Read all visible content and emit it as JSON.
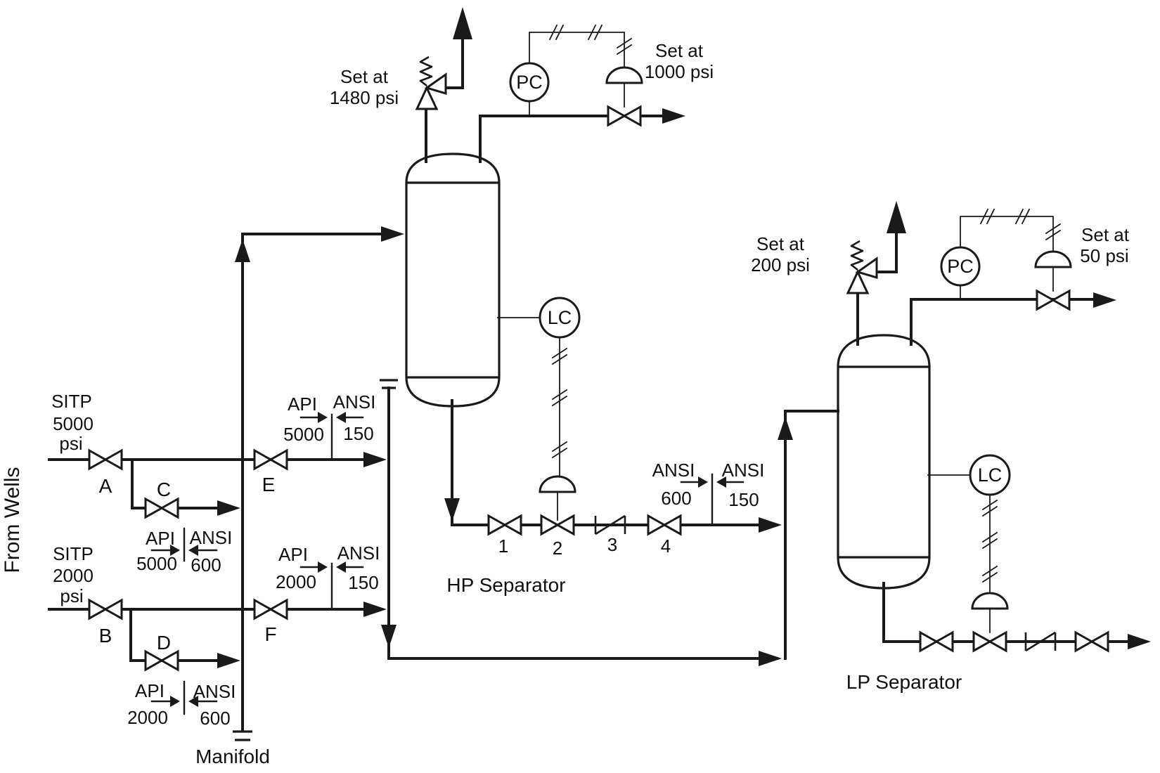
{
  "flow_diagram": {
    "source_label": "From Wells",
    "wells": [
      {
        "sitp_lines": [
          "SITP",
          "5000",
          "psi"
        ],
        "wing_valve": "A",
        "branch": {
          "valve": "C",
          "spec_from_std": "API",
          "spec_from_class": "5000",
          "spec_to_std": "ANSI",
          "spec_to_class": "600"
        }
      },
      {
        "sitp_lines": [
          "SITP",
          "2000",
          "psi"
        ],
        "wing_valve": "B",
        "branch": {
          "valve": "D",
          "spec_from_std": "API",
          "spec_from_class": "2000",
          "spec_to_std": "ANSI",
          "spec_to_class": "600"
        }
      }
    ],
    "manifold_label": "Manifold",
    "header_branches": [
      {
        "valve": "E",
        "spec_from_std": "API",
        "spec_from_class": "5000",
        "spec_to_std": "ANSI",
        "spec_to_class": "150"
      },
      {
        "valve": "F",
        "spec_from_std": "API",
        "spec_from_class": "2000",
        "spec_to_std": "ANSI",
        "spec_to_class": "150"
      }
    ],
    "hp_separator": {
      "name": "HP Separator",
      "psv_set_lines": [
        "Set at",
        "1480 psi"
      ],
      "pc_tag": "PC",
      "pc_set_lines": [
        "Set at",
        "1000 psi"
      ],
      "lc_tag": "LC",
      "liquid_valve_labels": [
        "1",
        "2",
        "3",
        "4"
      ],
      "liquid_spec_from_std": "ANSI",
      "liquid_spec_from_class": "600",
      "liquid_spec_to_std": "ANSI",
      "liquid_spec_to_class": "150"
    },
    "lp_separator": {
      "name": "LP Separator",
      "psv_set_lines": [
        "Set at",
        "200 psi"
      ],
      "pc_tag": "PC",
      "pc_set_lines": [
        "Set at",
        "50 psi"
      ],
      "lc_tag": "LC"
    }
  }
}
